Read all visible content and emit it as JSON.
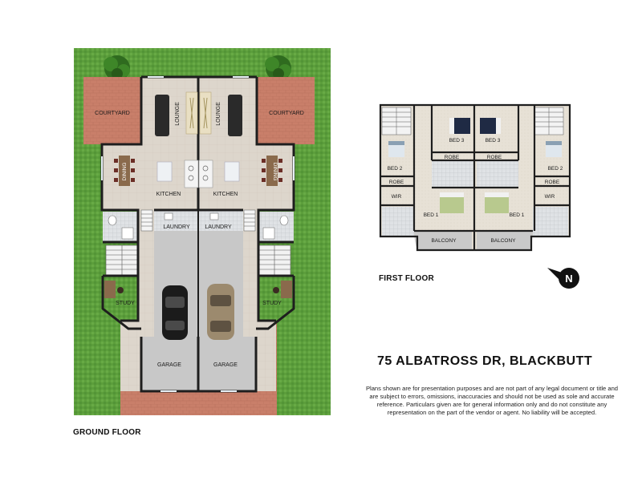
{
  "ground_floor": {
    "title": "GROUND FLOOR",
    "rooms": {
      "courtyard_left": "COURTYARD",
      "courtyard_right": "COURTYARD",
      "lounge_left": "LOUNGE",
      "lounge_right": "LOUNGE",
      "dining_left": "DINING",
      "dining_right": "DINING",
      "kitchen_left": "KITCHEN",
      "kitchen_right": "KITCHEN",
      "laundry_left": "LAUNDRY",
      "laundry_right": "LAUNDRY",
      "study_left": "STUDY",
      "study_right": "STUDY",
      "garage_left": "GARAGE",
      "garage_right": "GARAGE"
    }
  },
  "first_floor": {
    "title": "FIRST FLOOR",
    "rooms": {
      "bed3_left": "BED 3",
      "bed3_right": "BED 3",
      "bed2_left": "BED 2",
      "bed2_right": "BED 2",
      "robe_1": "ROBE",
      "robe_2": "ROBE",
      "robe_3": "ROBE",
      "robe_4": "ROBE",
      "wir_left": "WIR",
      "wir_right": "WIR",
      "bed1_left": "BED 1",
      "bed1_right": "BED 1",
      "balcony_left": "BALCONY",
      "balcony_right": "BALCONY"
    }
  },
  "compass": {
    "label": "N"
  },
  "address": "75 ALBATROSS DR, BLACKBUTT",
  "disclaimer": "Plans shown are for presentation purposes and are not part of any legal document or title and are subject to errors, omissions, inaccuracies and should not be used as sole and accurate reference. Particulars given are for general information only and do not constitute any representation on the part of the vendor or agent. No liability will be accepted.",
  "colors": {
    "lawn": "#5c9e3c",
    "paving": "#c97f6a",
    "floor_tile": "#ddd6cc",
    "garage": "#c8c8c8",
    "wall": "#1e1e1e"
  }
}
